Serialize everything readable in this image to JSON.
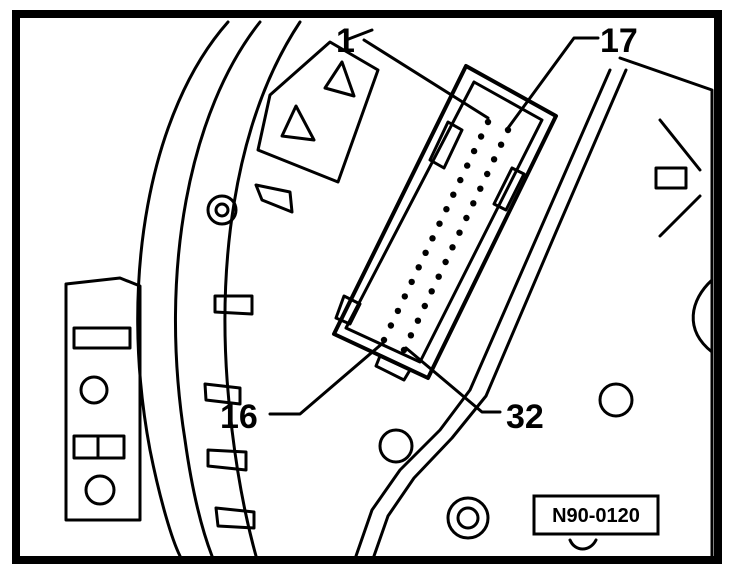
{
  "diagram": {
    "callouts": {
      "pin_1": "1",
      "pin_17": "17",
      "pin_16": "16",
      "pin_32": "32"
    },
    "reference_code": "N90-0120",
    "colors": {
      "ink": "#000000",
      "paper": "#ffffff"
    }
  }
}
